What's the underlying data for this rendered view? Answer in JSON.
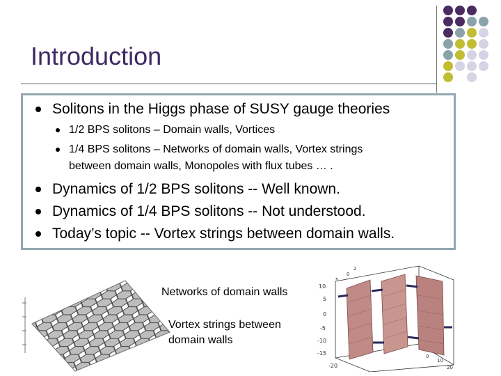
{
  "slide": {
    "title": "Introduction"
  },
  "bullets": [
    {
      "text": "Solitons in the Higgs phase of SUSY gauge theories"
    },
    {
      "text": "Dynamics of 1/2 BPS solitons -- Well known."
    },
    {
      "text": "Dynamics of 1/4 BPS solitons -- Not understood."
    },
    {
      "text": "Today’s topic -- Vortex strings between domain walls."
    }
  ],
  "sub_bullets": [
    {
      "line1": "1/2 BPS solitons – Domain walls, Vortices"
    },
    {
      "line1": "1/4 BPS solitons – Networks of domain walls, Vortex strings",
      "line2": "between domain walls, Monopoles with flux tubes … ."
    }
  ],
  "captions": {
    "networks": "Networks of domain walls",
    "vortex_line1": "Vortex strings between",
    "vortex_line2": "domain walls"
  },
  "figure_right_ticks": {
    "z_labels": [
      "10",
      "5",
      "0",
      "-5",
      "-10",
      "-15",
      "-20"
    ],
    "top_labels": [
      "2",
      "0",
      "5"
    ],
    "bottom_labels": [
      "0",
      "10",
      "20"
    ]
  },
  "colors": {
    "title": "#3b2a63",
    "dot_purple": "#4a2c62",
    "dot_teal": "#8aa3a8",
    "dot_olive": "#c1bd33",
    "dot_light": "#d4d4e4",
    "box_border": "#93a7b0"
  }
}
